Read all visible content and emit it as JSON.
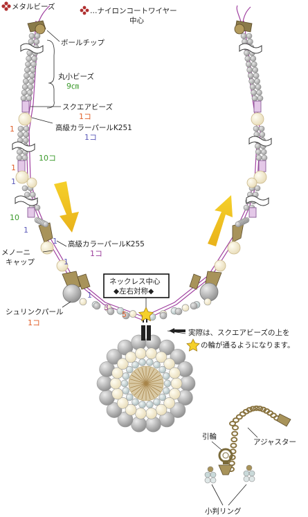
{
  "legend": {
    "metal_beads": "メタルビーズ",
    "nylon_wire_line1": "…ナイロンコートワイヤー",
    "nylon_wire_line2": "中心"
  },
  "labels": {
    "ball_tip": "ボールチップ",
    "round_small_beads": "丸小ビーズ",
    "round_small_beads_len": "9㎝",
    "square_beads": "スクエアビーズ",
    "square_beads_qty": "1コ",
    "pearl_k251": "高級カラーパールK251",
    "pearl_k251_qty": "1コ",
    "pearl_k255": "高級カラーパールK255",
    "pearl_k255_qty": "1コ",
    "menoni_cap_line1": "メノーニ",
    "menoni_cap_line2": "キャップ",
    "shrink_pearl": "シュリンクパール",
    "shrink_pearl_qty": "1コ",
    "necklace_center": "ネックレス中心",
    "symmetric": "◆左右対称◆",
    "note_line1": "実際は、スクエアビーズの上を",
    "note_line2": "の輪が通るようになります。",
    "hook": "引輪",
    "adjuster": "アジャスター",
    "jump_ring": "小判リング"
  },
  "counts": {
    "c_1a": "1",
    "c_10a": "10コ",
    "c_1b": "1",
    "c_1c": "1",
    "c_10b": "10",
    "c_1d": "1",
    "c_1e": "1",
    "c_1f": "1",
    "c_1g": "1",
    "c_3": "3",
    "c_5": "5"
  }
}
